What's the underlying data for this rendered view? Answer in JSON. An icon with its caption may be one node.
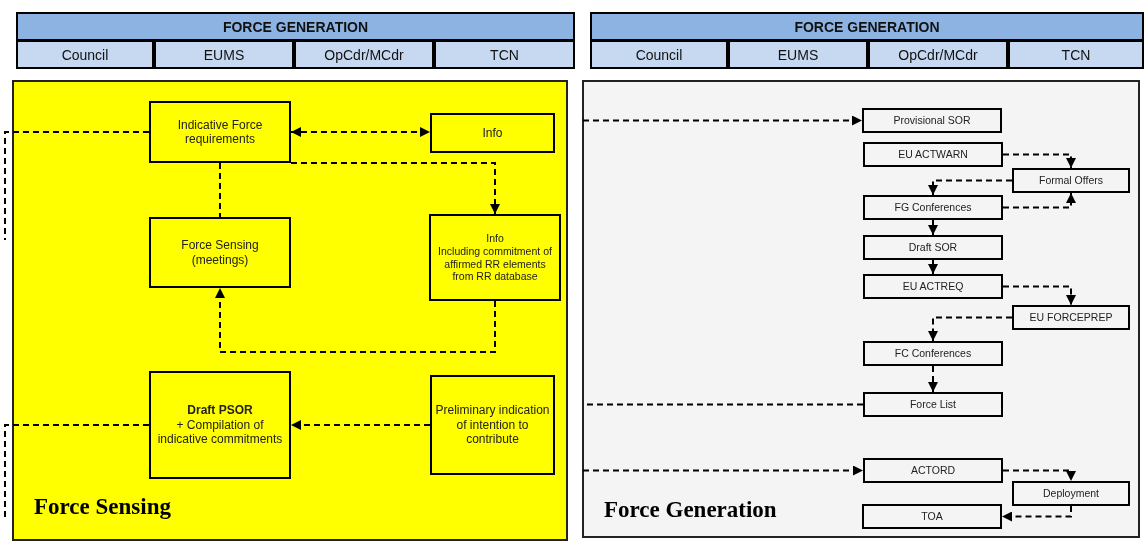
{
  "diagram": {
    "nodes": [
      {
        "text": [
          "Force Sensing"
        ]
      },
      {
        "text": [
          "Indicative Force requirements"
        ],
        "in": 0
      },
      {
        "text": [
          "Info"
        ],
        "in": 0
      },
      {
        "text": [
          "Force Sensing (meetings)"
        ],
        "in": 0
      },
      {
        "text": [
          "Info",
          "Including commitment of affirmed RR elements from RR database"
        ],
        "in": 0
      },
      {
        "text": [
          "Draft PSOR",
          "+ Compilation of indicative commitments"
        ],
        "in": 0
      },
      {
        "text": [
          "Preliminary indication of intention to contribute"
        ],
        "in": 0
      },
      {
        "text": [
          "Force Generation"
        ]
      },
      {
        "text": [
          "Provisional SOR"
        ],
        "in": 7
      },
      {
        "text": [
          "EU ACTWARN"
        ],
        "in": 7
      },
      {
        "text": [
          "Formal Offers"
        ],
        "in": 7
      },
      {
        "text": [
          "FG Conferences"
        ],
        "in": 7
      },
      {
        "text": [
          "Draft SOR"
        ],
        "in": 7
      },
      {
        "text": [
          "EU ACTREQ"
        ],
        "in": 7
      },
      {
        "text": [
          "EU FORCEPREP"
        ],
        "in": 7
      },
      {
        "text": [
          "FC Conferences"
        ],
        "in": 7
      },
      {
        "text": [
          "Force List"
        ],
        "in": 7
      },
      {
        "text": [
          "ACTORD"
        ],
        "in": 7
      },
      {
        "text": [
          "Deployment"
        ],
        "in": 7
      },
      {
        "text": [
          "TOA"
        ],
        "in": 7
      }
    ],
    "edges": [
      {
        "from": 1,
        "to": null,
        "arrow": "none",
        "style": "dashed"
      },
      {
        "from": 1,
        "to": 2,
        "arrow": "both",
        "style": "dashed"
      },
      {
        "from": 1,
        "to": 4,
        "arrow": "to",
        "style": "dashed"
      },
      {
        "from": 1,
        "to": 3,
        "arrow": "none",
        "style": "dashed"
      },
      {
        "from": 4,
        "to": 3,
        "arrow": "to",
        "style": "dashed"
      },
      {
        "from": 6,
        "to": 5,
        "arrow": "to",
        "style": "dashed"
      },
      {
        "from": 5,
        "to": null,
        "arrow": "none",
        "style": "dashed"
      },
      {
        "from": null,
        "to": 8,
        "arrow": "to",
        "style": "dashed"
      },
      {
        "from": 9,
        "to": 10,
        "arrow": "to",
        "style": "dashed"
      },
      {
        "from": 10,
        "to": 11,
        "arrow": "to",
        "style": "dashed"
      },
      {
        "from": 11,
        "to": 10,
        "arrow": "to",
        "style": "dashed"
      },
      {
        "from": 11,
        "to": 12,
        "arrow": "to"
      },
      {
        "from": 12,
        "to": 13,
        "arrow": "to"
      },
      {
        "from": 13,
        "to": 14,
        "arrow": "to",
        "style": "dashed"
      },
      {
        "from": 14,
        "to": 15,
        "arrow": "to",
        "style": "dashed"
      },
      {
        "from": 15,
        "to": 16,
        "arrow": "to",
        "style": "dashed"
      },
      {
        "from": 16,
        "to": null,
        "arrow": "none",
        "style": "dashed"
      },
      {
        "from": null,
        "to": 17,
        "arrow": "to",
        "style": "dashed"
      },
      {
        "from": 17,
        "to": 18,
        "arrow": "to",
        "style": "dashed"
      },
      {
        "from": 18,
        "to": 19,
        "arrow": "to",
        "style": "dashed"
      }
    ],
    "labels": [
      "FORCE GENERATION",
      "Council",
      "EUMS",
      "OpCdr/MCdr",
      "TCN",
      "FORCE GENERATION",
      "Council",
      "EUMS",
      "OpCdr/MCdr",
      "TCN"
    ]
  }
}
